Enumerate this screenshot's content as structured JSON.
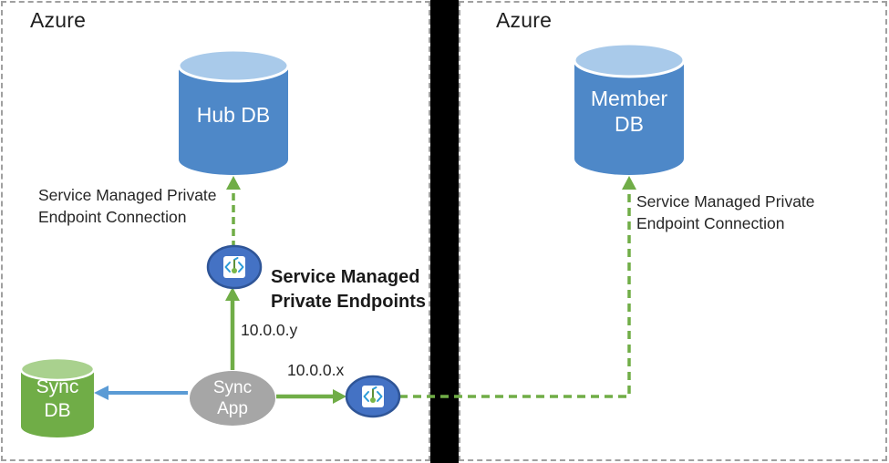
{
  "colors": {
    "accent_green": "#70AD47",
    "accent_blue": "#5B9BD5",
    "db_blue_body": "#4E88C8",
    "db_blue_top": "#A9CAEA",
    "db_green_body": "#70AD47",
    "db_green_top": "#A9D18E",
    "app_gray": "#A6A6A6",
    "endpoint_fill": "#4472C4",
    "endpoint_stroke": "#2F5597",
    "icon_bracket_blue": "#2B9BD8",
    "icon_dot_green": "#7AB648",
    "divider_black": "#000000"
  },
  "left_region": {
    "title": "Azure",
    "hub_db_label": "Hub DB",
    "sync_db": {
      "line1": "Sync",
      "line2": "DB"
    },
    "sync_app": {
      "line1": "Sync",
      "line2": "App"
    },
    "connection_label": {
      "line1": "Service Managed Private",
      "line2": "Endpoint Connection"
    },
    "endpoints_label": {
      "line1": "Service Managed",
      "line2": "Private Endpoints"
    },
    "ip_label_y": "10.0.0.y",
    "ip_label_x": "10.0.0.x"
  },
  "right_region": {
    "title": "Azure",
    "member_db": {
      "line1": "Member",
      "line2": "DB"
    },
    "connection_label": {
      "line1": "Service Managed Private",
      "line2": "Endpoint Connection"
    }
  }
}
